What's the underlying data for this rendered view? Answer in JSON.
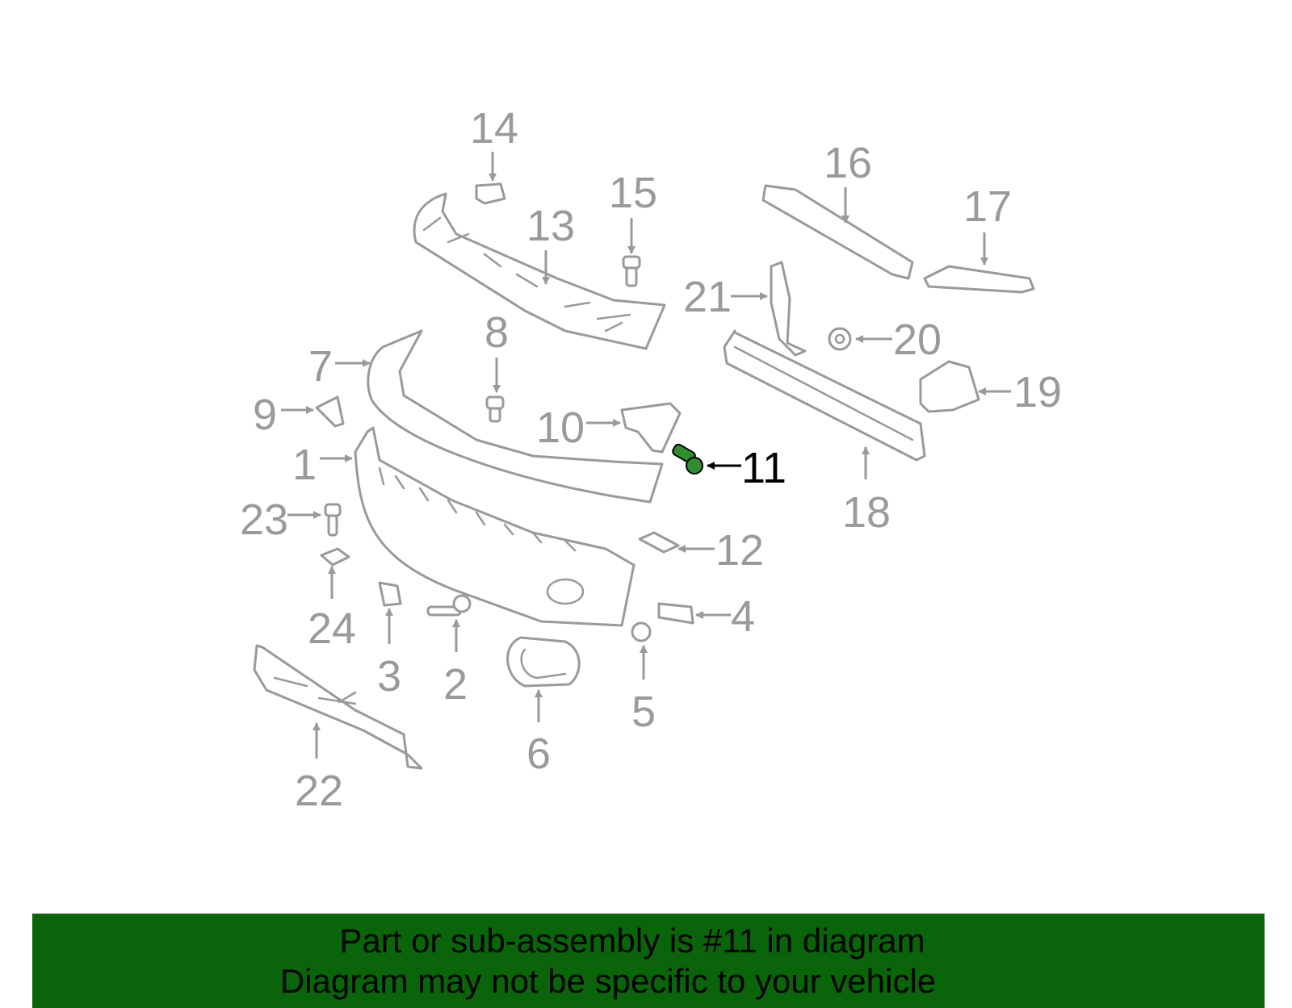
{
  "diagram": {
    "highlighted_part": "11",
    "highlight_color": "#2f8f2f",
    "callouts": [
      "1",
      "2",
      "3",
      "4",
      "5",
      "6",
      "7",
      "8",
      "9",
      "10",
      "11",
      "12",
      "13",
      "14",
      "15",
      "16",
      "17",
      "18",
      "19",
      "20",
      "21",
      "22",
      "23",
      "24"
    ]
  },
  "banner": {
    "line1": "Part or sub-assembly is #11 in diagram",
    "line2": "Diagram may not be specific to your vehicle",
    "background": "#0a650a"
  }
}
